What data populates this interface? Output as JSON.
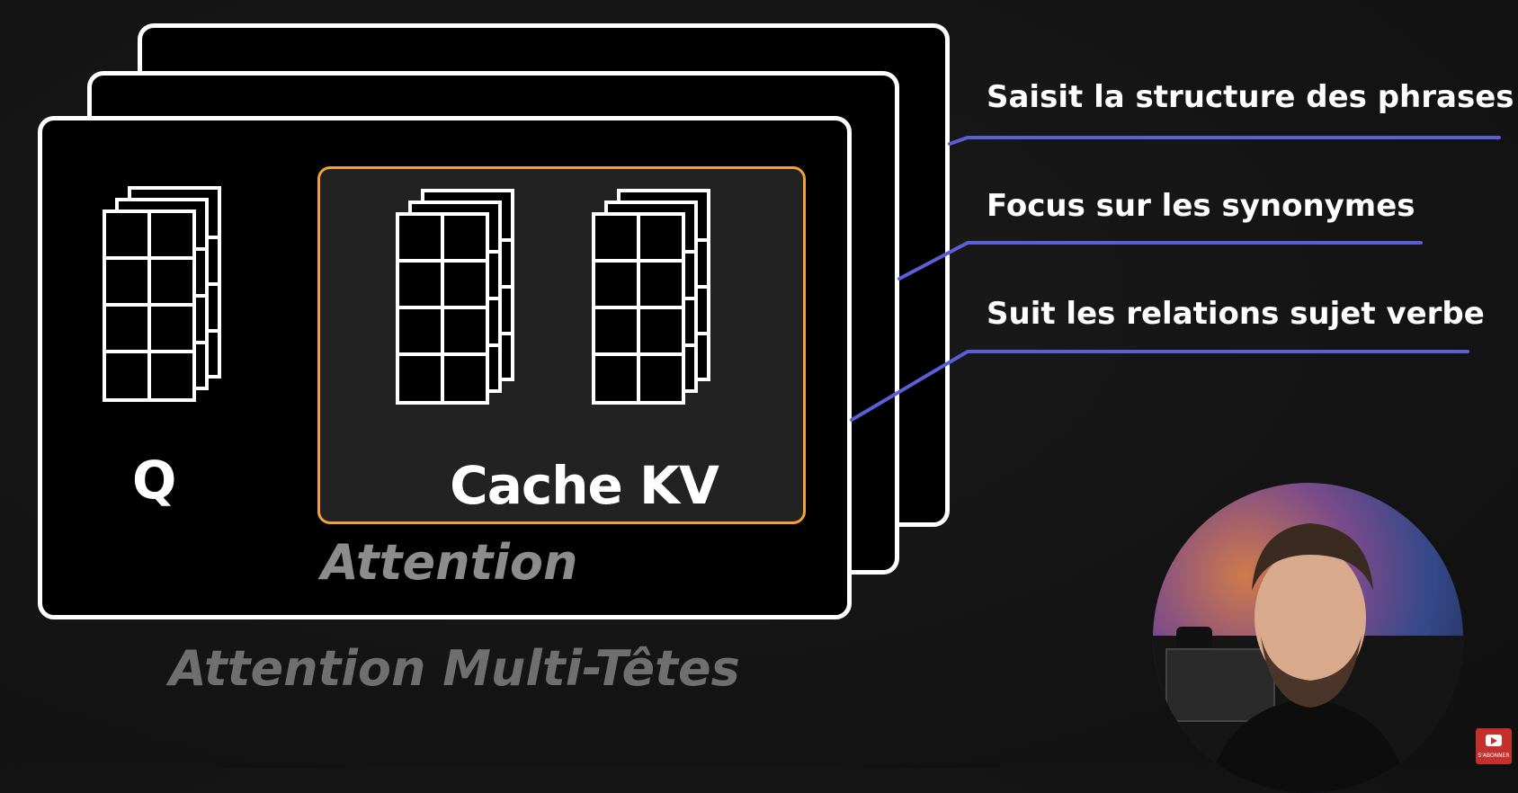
{
  "diagram": {
    "q_label": "Q",
    "kv_label": "Cache KV",
    "attention_label": "Attention",
    "multihead_label": "Attention Multi-Têtes",
    "heads": [
      "Saisit la structure des phrases",
      "Focus sur les synonymes",
      "Suit les relations sujet verbe"
    ]
  },
  "colors": {
    "card_border": "#ffffff",
    "kv_border": "#f0a238",
    "connector": "#5a5fd6"
  },
  "overlay": {
    "subscribe_label": "S'ABONNER",
    "presenter": "presenter-webcam"
  }
}
